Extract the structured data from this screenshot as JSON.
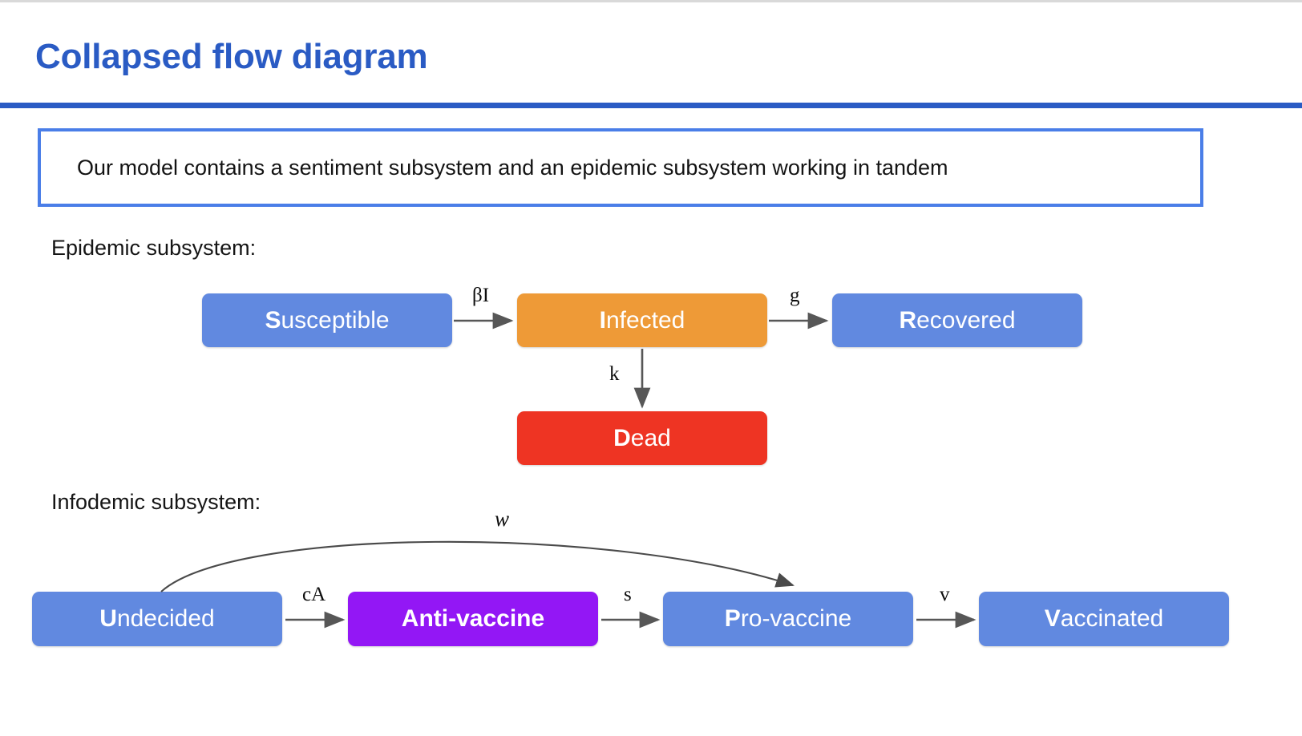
{
  "slide": {
    "title": "Collapsed flow diagram",
    "accent_color": "#2a5bc4",
    "callout": {
      "text": "Our model contains a sentiment subsystem and an epidemic subsystem working in tandem",
      "border_color": "#4a7ee8"
    }
  },
  "sections": {
    "epidemic_label": "Epidemic subsystem:",
    "infodemic_label": "Infodemic subsystem:"
  },
  "palette": {
    "blue": "#6189e0",
    "orange": "#ee9a37",
    "red": "#ee3423",
    "purple": "#9317f5",
    "arrow": "#575757"
  },
  "epidemic": {
    "nodes": [
      {
        "id": "susceptible",
        "initial": "S",
        "rest": "usceptible",
        "full": "Susceptible",
        "color": "#6189e0",
        "bold_all": false
      },
      {
        "id": "infected",
        "initial": "I",
        "rest": "nfected",
        "full": "Infected",
        "color": "#ee9a37",
        "bold_all": false
      },
      {
        "id": "recovered",
        "initial": "R",
        "rest": "ecovered",
        "full": "Recovered",
        "color": "#6189e0",
        "bold_all": false
      },
      {
        "id": "dead",
        "initial": "D",
        "rest": "ead",
        "full": "Dead",
        "color": "#ee3423",
        "bold_all": false
      }
    ],
    "edges": [
      {
        "id": "s-to-i",
        "from": "susceptible",
        "to": "infected",
        "label": "βI",
        "style": "straight"
      },
      {
        "id": "i-to-r",
        "from": "infected",
        "to": "recovered",
        "label": "g",
        "style": "straight"
      },
      {
        "id": "i-to-d",
        "from": "infected",
        "to": "dead",
        "label": "k",
        "style": "straight-down"
      }
    ]
  },
  "infodemic": {
    "nodes": [
      {
        "id": "undecided",
        "initial": "U",
        "rest": "ndecided",
        "full": "Undecided",
        "color": "#6189e0",
        "bold_all": false
      },
      {
        "id": "anti-vaccine",
        "initial": "A",
        "rest": "nti-vaccine",
        "full": "Anti-vaccine",
        "color": "#9317f5",
        "bold_all": true
      },
      {
        "id": "pro-vaccine",
        "initial": "P",
        "rest": "ro-vaccine",
        "full": "Pro-vaccine",
        "color": "#6189e0",
        "bold_all": false
      },
      {
        "id": "vaccinated",
        "initial": "V",
        "rest": "accinated",
        "full": "Vaccinated",
        "color": "#6189e0",
        "bold_all": false
      }
    ],
    "edges": [
      {
        "id": "u-to-a",
        "from": "undecided",
        "to": "anti-vaccine",
        "label": "cA",
        "style": "straight"
      },
      {
        "id": "a-to-p",
        "from": "anti-vaccine",
        "to": "pro-vaccine",
        "label": "s",
        "style": "straight"
      },
      {
        "id": "p-to-v",
        "from": "pro-vaccine",
        "to": "vaccinated",
        "label": "v",
        "style": "straight"
      },
      {
        "id": "u-to-p",
        "from": "undecided",
        "to": "pro-vaccine",
        "label": "w",
        "style": "curved-over"
      }
    ]
  }
}
